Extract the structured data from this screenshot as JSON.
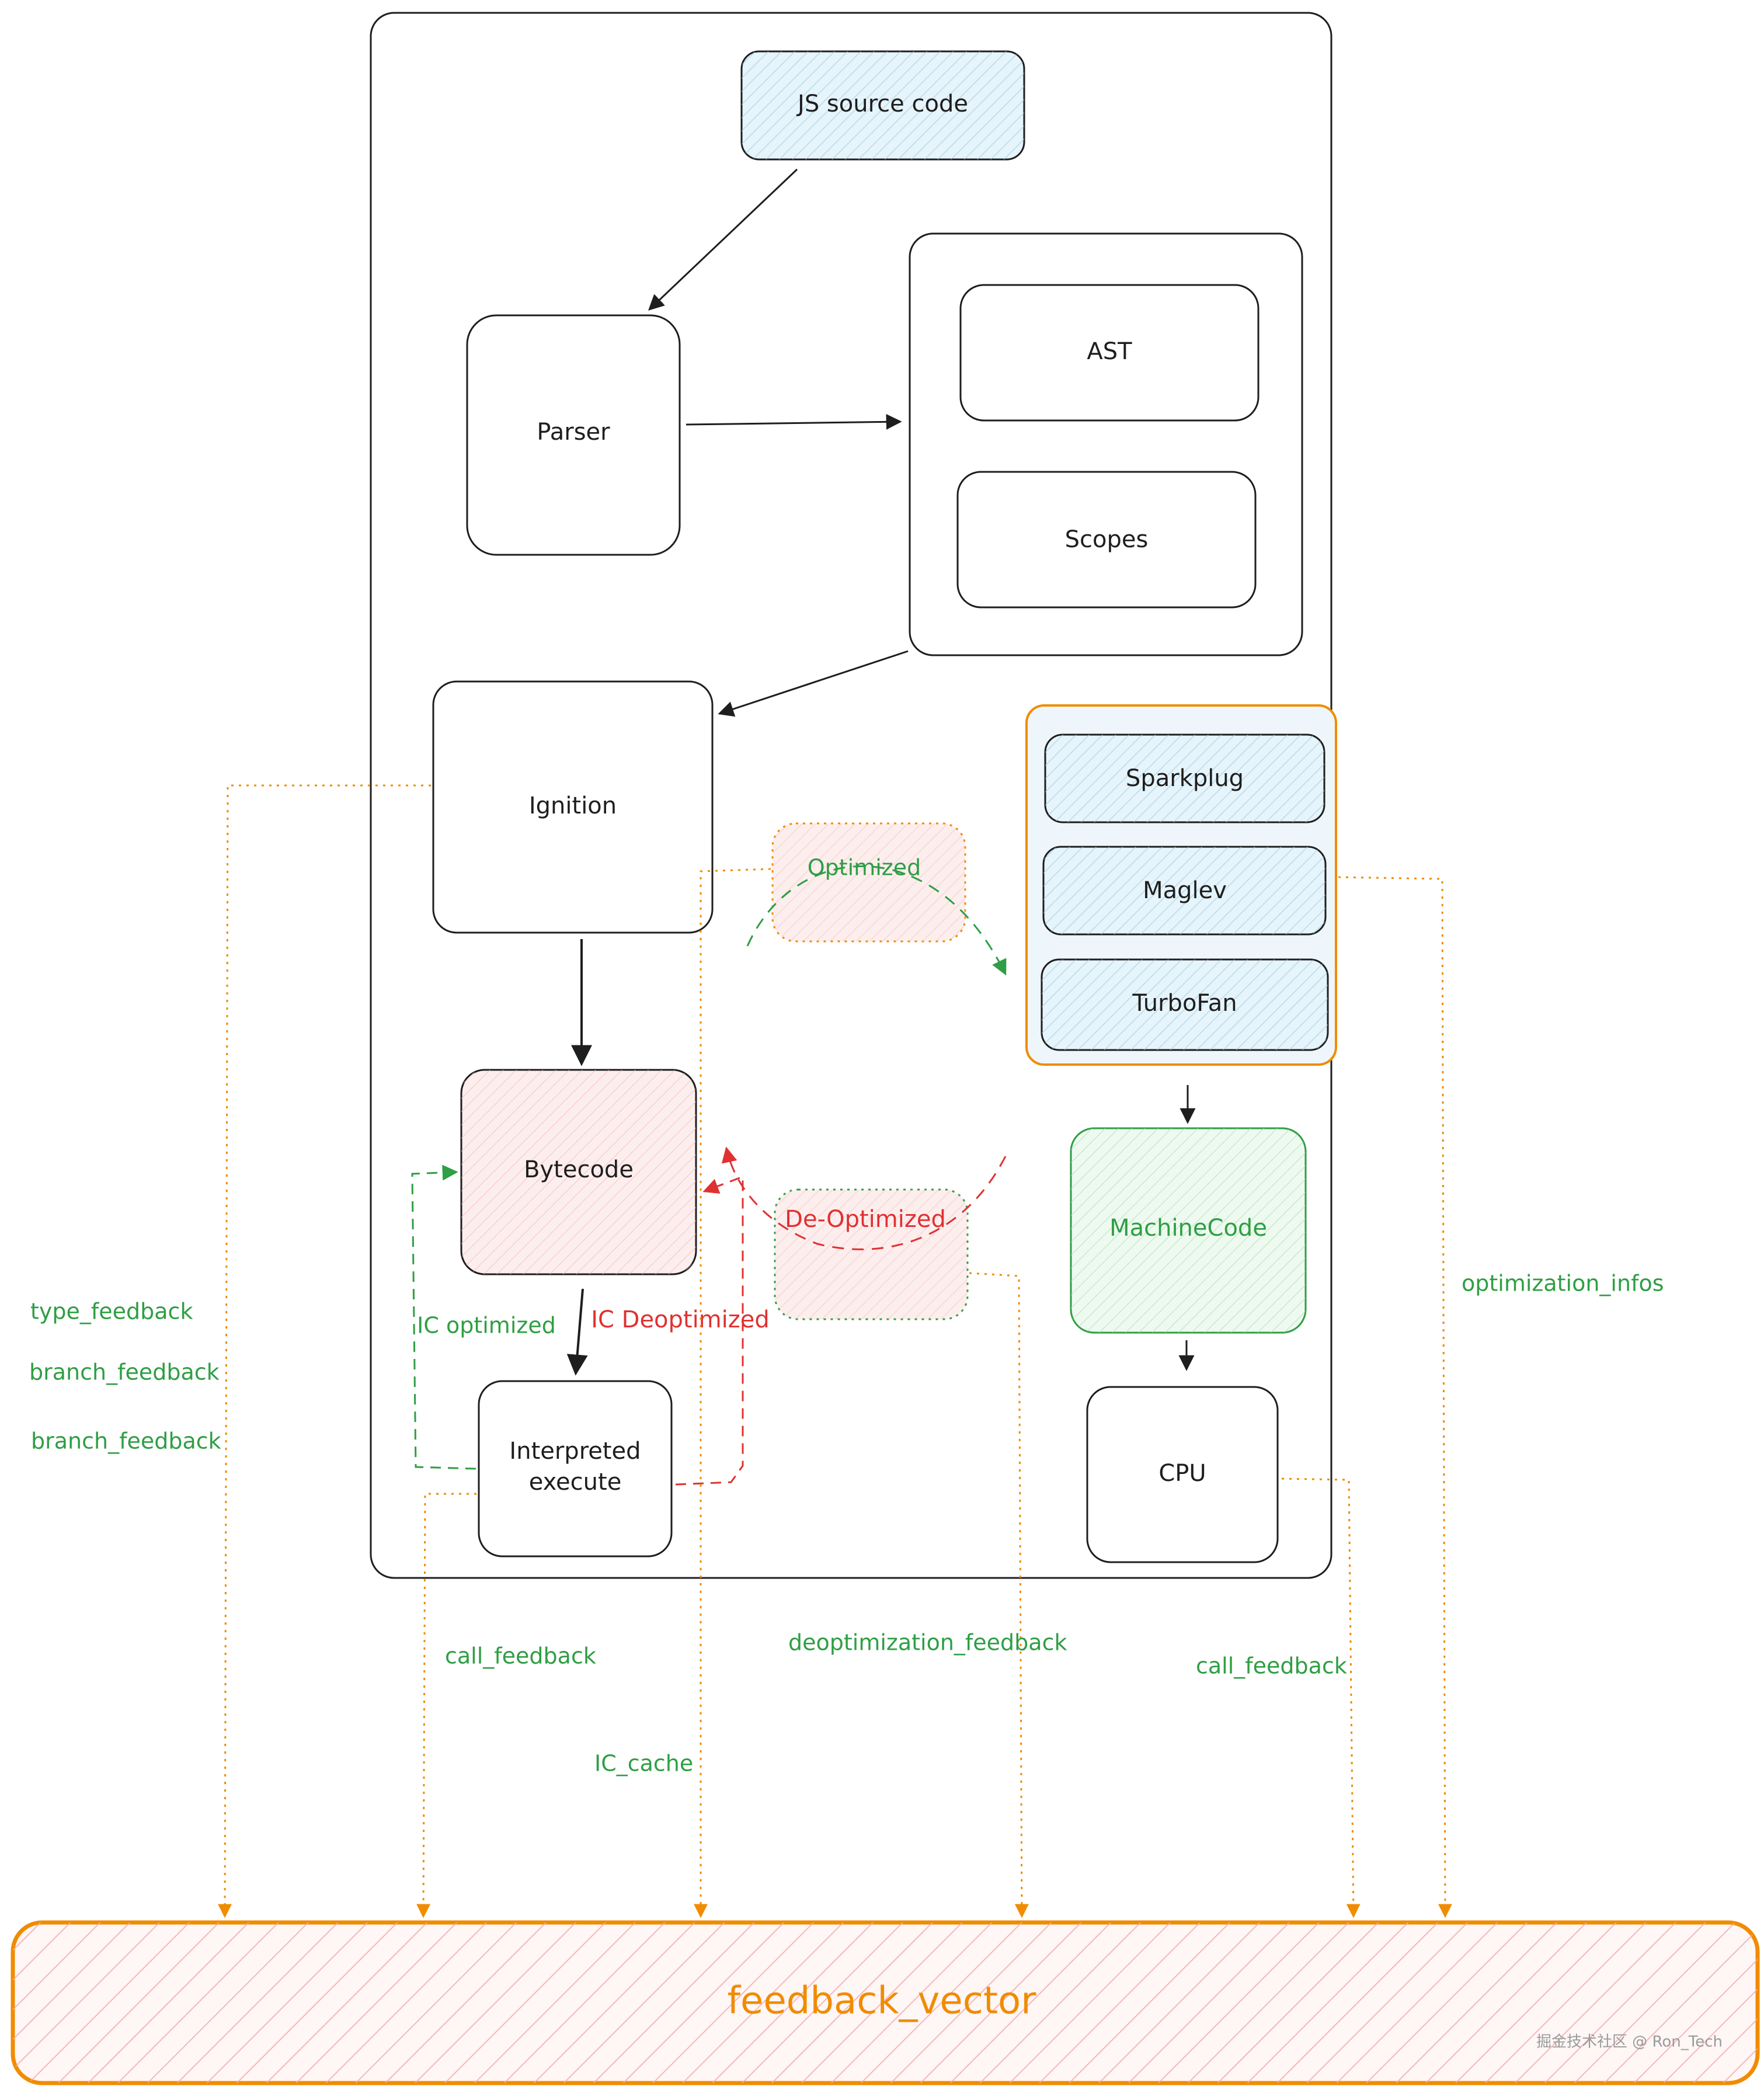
{
  "nodes": {
    "js_source": "JS source code",
    "parser": "Parser",
    "ast": "AST",
    "scopes": "Scopes",
    "ignition": "Ignition",
    "sparkplug": "Sparkplug",
    "maglev": "Maglev",
    "turbofan": "TurboFan",
    "bytecode": "Bytecode",
    "machinecode": "MachineCode",
    "interpreted": [
      "Interpreted",
      "execute"
    ],
    "cpu": "CPU"
  },
  "edge_labels": {
    "optimized": "Optimized",
    "de_optimized": "De-Optimized",
    "ic_optimized": "IC optimized",
    "ic_deoptimized": "IC Deoptimized"
  },
  "feedback_labels": {
    "type_feedback": "type_feedback",
    "branch_feedback_1": "branch_feedback",
    "branch_feedback_2": "branch_feedback",
    "call_feedback_left": "call_feedback",
    "ic_cache": "IC_cache",
    "deoptimization_feedback": "deoptimization_feedback",
    "call_feedback_right": "call_feedback",
    "optimization_infos": "optimization_infos"
  },
  "footer": {
    "label": "feedback_vector"
  },
  "watermark": "掘金技术社区 @ Ron_Tech",
  "colors": {
    "stroke": "#1e1e1e",
    "blue_fill": "#a5d8ff",
    "red_fill": "#ffc9c9",
    "green_fill": "#b2f2bb",
    "orange": "#f08c00",
    "green": "#2f9e44",
    "red": "#e03131"
  }
}
